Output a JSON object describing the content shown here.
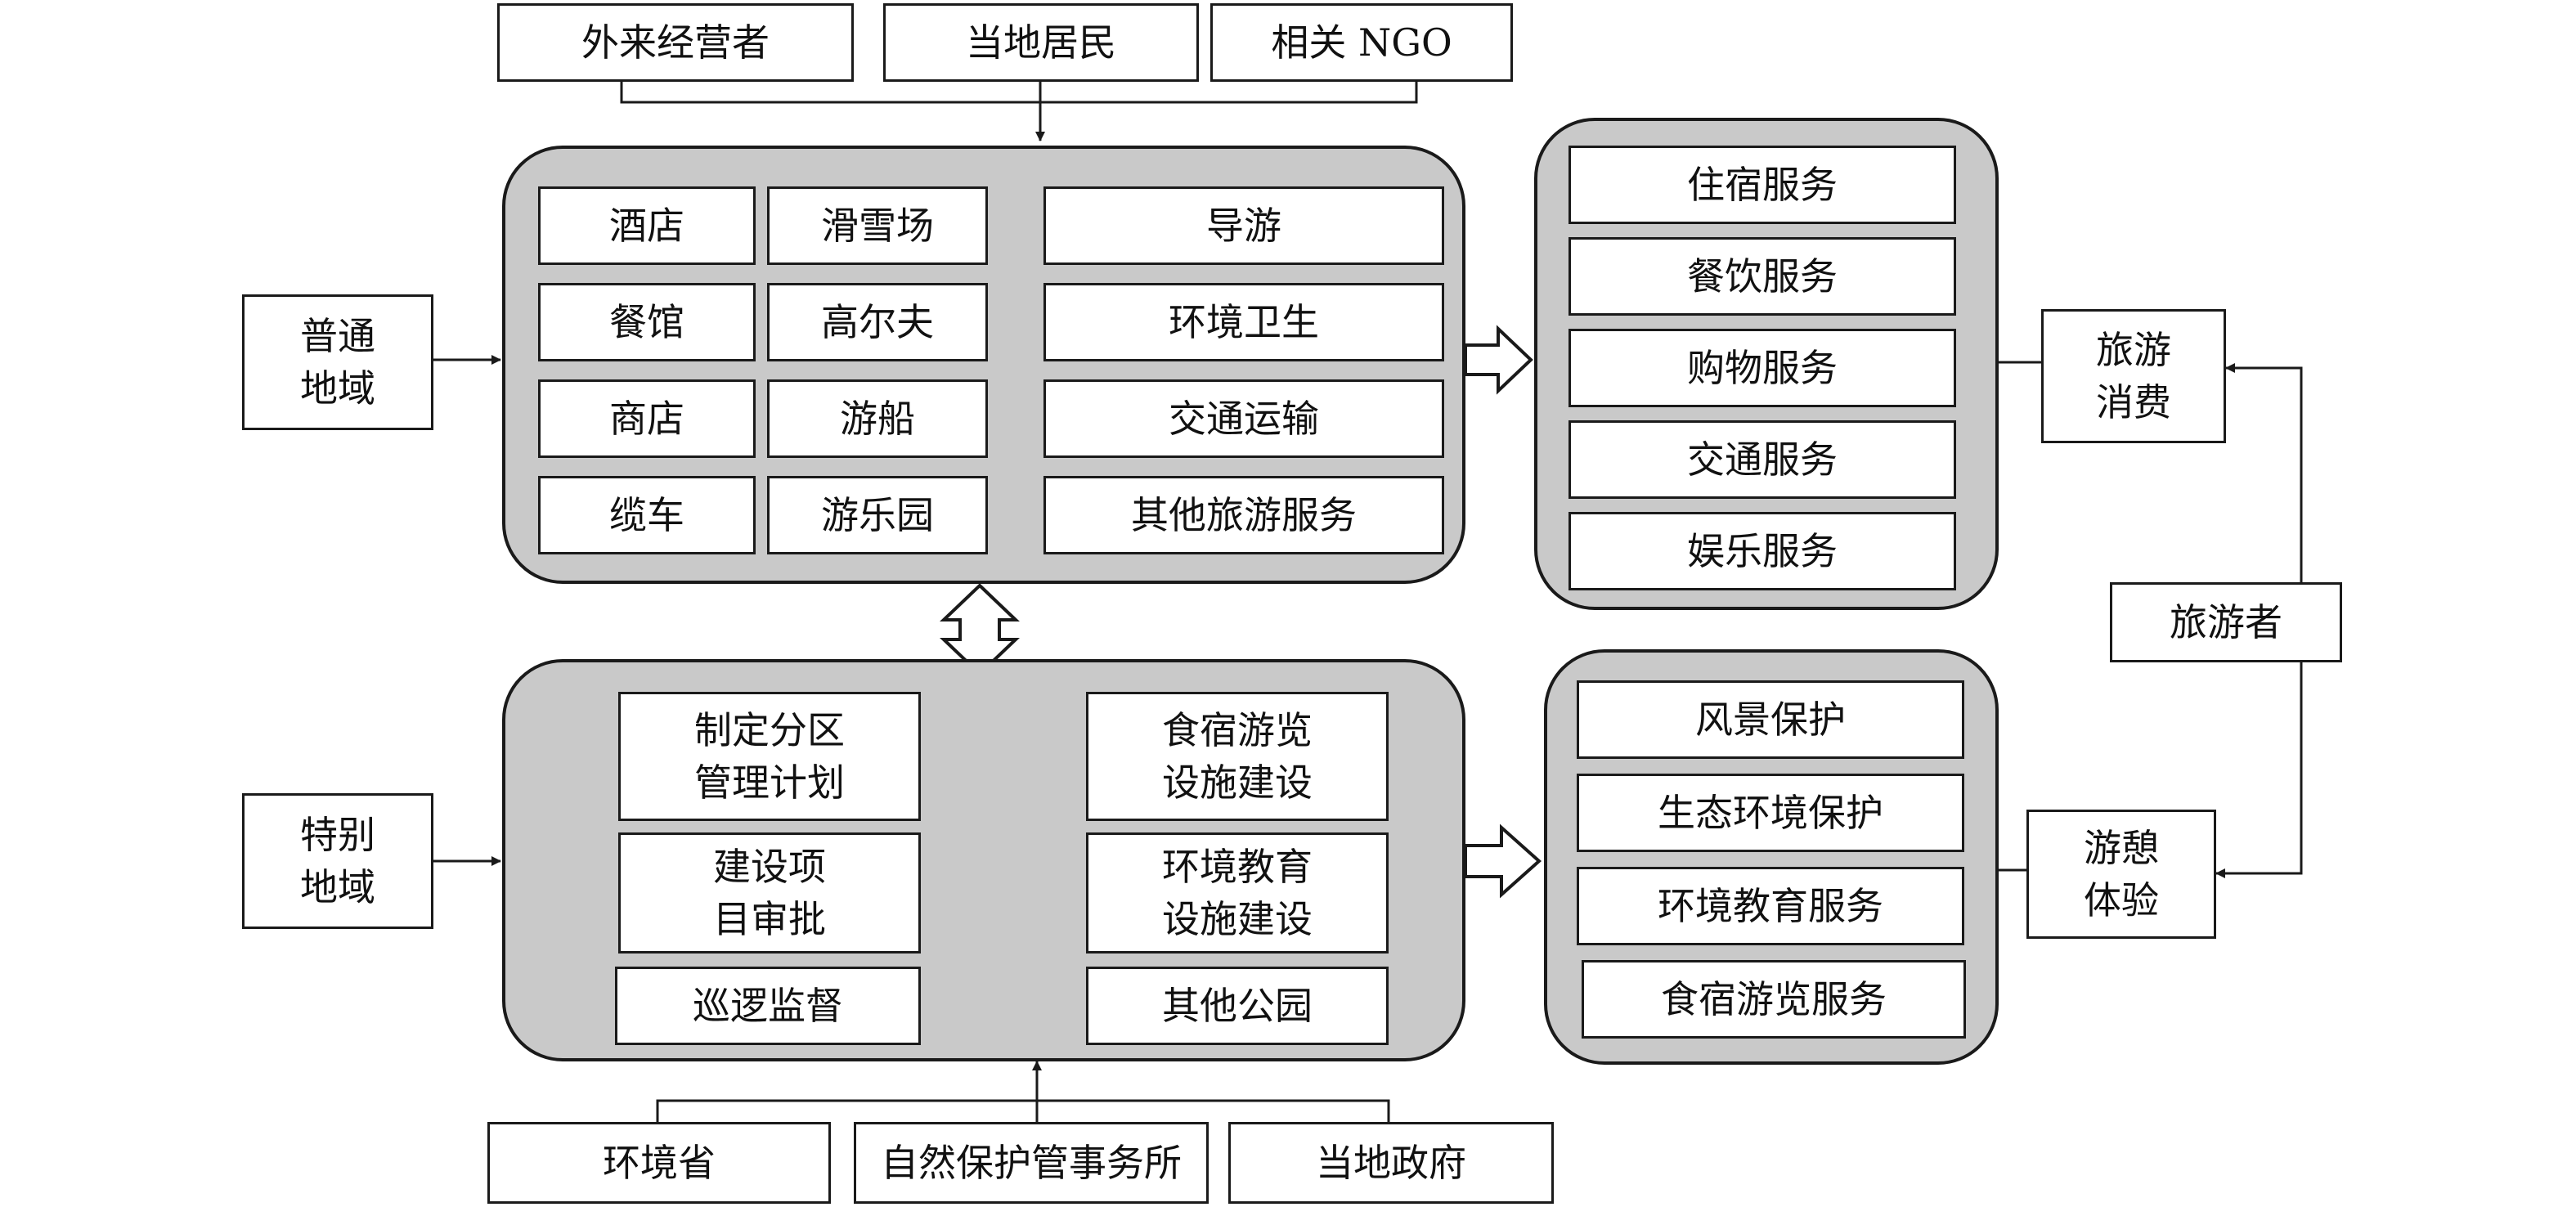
{
  "top_stakeholders": [
    "外来经营者",
    "当地居民",
    "相关 NGO"
  ],
  "bottom_stakeholders": [
    "环境省",
    "自然保护管事务所",
    "当地政府"
  ],
  "general_area": "普通\n地域",
  "special_area": "特别\n地域",
  "business_panel": {
    "items": [
      "酒店",
      "滑雪场",
      "导游",
      "餐馆",
      "高尔夫",
      "环境卫生",
      "商店",
      "游船",
      "交通运输",
      "缆车",
      "游乐园",
      "其他旅游服务"
    ]
  },
  "management_panel": {
    "items": [
      "制定分区\n管理计划",
      "食宿游览\n设施建设",
      "建设项\n目审批",
      "环境教育\n设施建设",
      "巡逻监督",
      "其他公园"
    ]
  },
  "services_panel": {
    "items": [
      "住宿服务",
      "餐饮服务",
      "购物服务",
      "交通服务",
      "娱乐服务"
    ]
  },
  "protection_panel": {
    "items": [
      "风景保护",
      "生态环境保护",
      "环境教育服务",
      "食宿游览服务"
    ]
  },
  "tourism_consumption": "旅游\n消费",
  "tourist": "旅游者",
  "leisure_experience": "游憩\n体验",
  "colors": {
    "panel_fill": "#c9c9c9",
    "line": "#1a1a1a",
    "box_fill": "#ffffff"
  }
}
